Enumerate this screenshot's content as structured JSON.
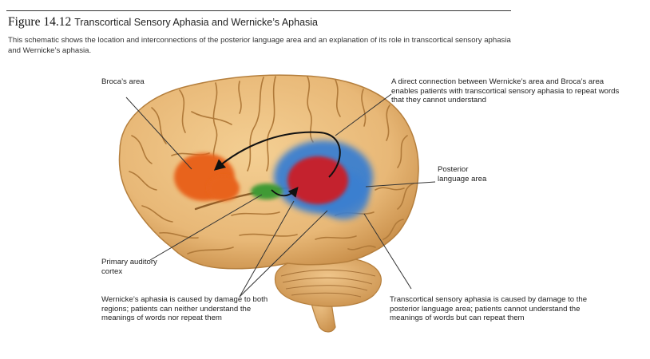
{
  "figure": {
    "number": "Figure 14.12",
    "title": "Transcortical Sensory Aphasia and Wernicke’s Aphasia",
    "caption": "This schematic shows the location and interconnections of the posterior language area and an explanation of its role in transcortical sensory aphasia and Wernicke’s aphasia."
  },
  "labels": {
    "broca": "Broca’s area",
    "direct_connection": "A direct connection between Wernicke’s area and Broca’s area enables patients with transcortical sensory aphasia to repeat words that they cannot understand",
    "posterior": "Posterior language area",
    "primary_auditory": "Primary auditory cortex",
    "wernicke_aphasia": "Wernicke’s aphasia is caused by damage to both regions; patients can neither understand the meanings of words nor repeat them",
    "transcortical": "Transcortical sensory aphasia is caused by damage to the posterior language area; patients cannot understand the meanings of words but can repeat them"
  },
  "colors": {
    "brain": "#e8b877",
    "brain_outline": "#b57f3d",
    "sulcus": "#b07a3a",
    "broca_region": "#e8641c",
    "auditory_region": "#3f9a35",
    "posterior_region": "#3a7fd0",
    "wernicke_region": "#c4242f",
    "leader_line": "#333333"
  }
}
